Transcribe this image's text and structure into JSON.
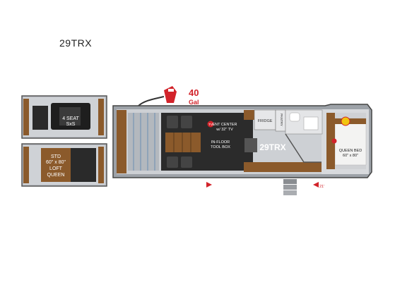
{
  "title": "29TRX",
  "fuel": {
    "amount": "40",
    "unit": "Gal"
  },
  "labels": {
    "seat_sxs": "4 SEAT",
    "seat_sxs_2": "SxS",
    "loft_1": "STD",
    "loft_2": "60\" x 80\"",
    "loft_3": "LOFT",
    "loft_4": "QUEEN",
    "ent_center_1": "ENT CENTER",
    "ent_center_2": "w/ 32\" TV",
    "toolbox_1": "IN-FLOOR",
    "toolbox_2": "TOOL BOX",
    "model_badge": "29TRX",
    "fridge": "FRIDGE",
    "pantry": "PANTRY",
    "bed_1": "QUEEN BED",
    "bed_2": "60\" x 80\"",
    "tv_badge": "TV",
    "awning_size": "21'"
  },
  "colors": {
    "wood": "#8b5a2b",
    "wall": "#6b6b6b",
    "floor": "#c9ccd1",
    "accent_red": "#d2232a",
    "window": "#8fa3b8"
  }
}
